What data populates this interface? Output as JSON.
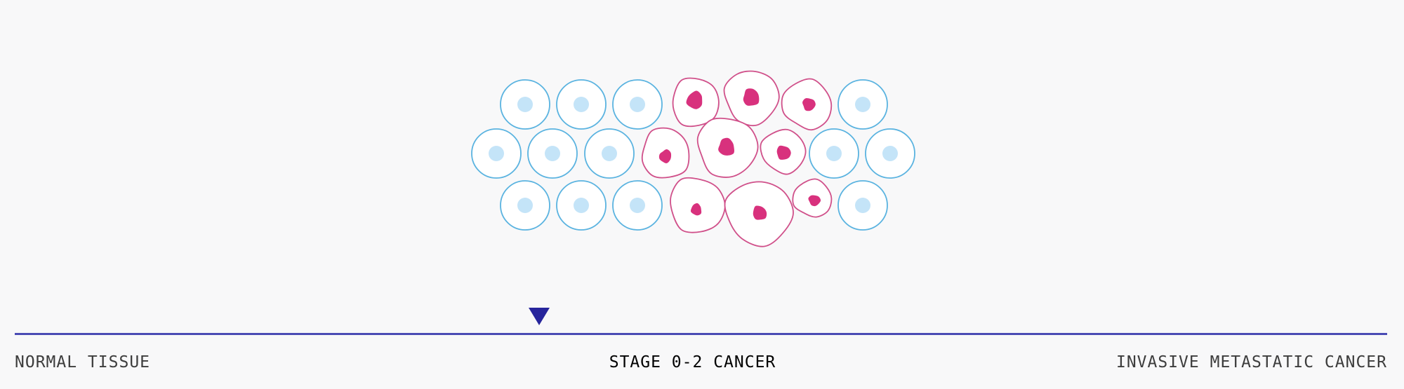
{
  "colors": {
    "normal_cell": "#5ab3e0",
    "normal_nucleus": "#c4e4f8",
    "cancer_cell": "#d0508a",
    "cancer_nucleus": "#d8317d",
    "timeline": "#4a4bb4",
    "marker": "#27259c"
  },
  "diagram": {
    "cells": [
      {
        "type": "normal"
      },
      {
        "type": "normal"
      },
      {
        "type": "normal"
      },
      {
        "type": "cancer"
      },
      {
        "type": "cancer"
      },
      {
        "type": "cancer"
      },
      {
        "type": "normal"
      },
      {
        "type": "normal"
      },
      {
        "type": "normal"
      },
      {
        "type": "normal"
      },
      {
        "type": "cancer"
      },
      {
        "type": "cancer"
      },
      {
        "type": "cancer"
      },
      {
        "type": "normal"
      },
      {
        "type": "normal"
      },
      {
        "type": "normal"
      },
      {
        "type": "normal"
      },
      {
        "type": "normal"
      },
      {
        "type": "cancer"
      },
      {
        "type": "cancer"
      },
      {
        "type": "cancer"
      },
      {
        "type": "normal"
      }
    ]
  },
  "timeline": {
    "labels": {
      "left": "NORMAL TISSUE",
      "center": "STAGE 0-2 CANCER",
      "right": "INVASIVE METASTATIC CANCER"
    },
    "marker_icon": "triangle-down-icon"
  }
}
